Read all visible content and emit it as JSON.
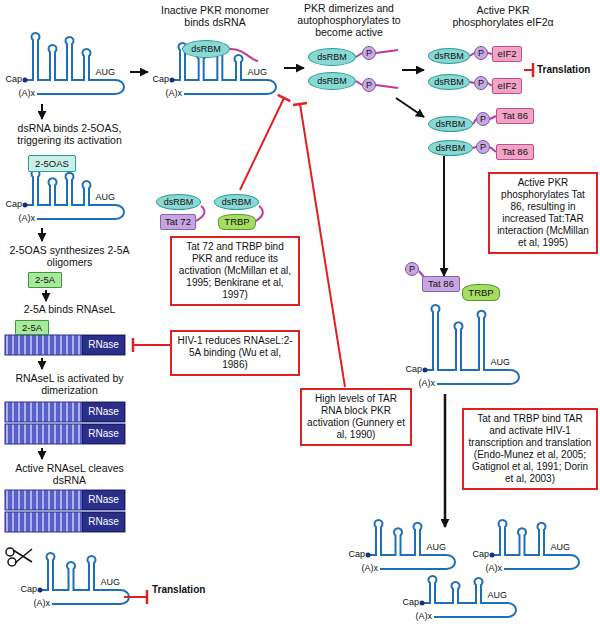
{
  "diagram": {
    "nodes": [
      {
        "text": [
          "dsRBM"
        ]
      },
      {
        "text": [
          "dsRBM"
        ]
      },
      {
        "text": [
          "P"
        ]
      },
      {
        "text": [
          "dsRBM"
        ]
      },
      {
        "text": [
          "P"
        ]
      },
      {
        "text": [
          "dsRBM"
        ]
      },
      {
        "text": [
          "P"
        ]
      },
      {
        "text": [
          "eIF2"
        ]
      },
      {
        "text": [
          "dsRBM"
        ]
      },
      {
        "text": [
          "P"
        ]
      },
      {
        "text": [
          "eIF2"
        ]
      },
      {
        "text": [
          "2-5OAS"
        ]
      },
      {
        "text": [
          "2-5A"
        ]
      },
      {
        "text": [
          "2-5A"
        ]
      },
      {
        "text": [
          "RNase"
        ]
      },
      {
        "text": [
          "RNase"
        ]
      },
      {
        "text": [
          "RNase"
        ]
      },
      {
        "text": [
          "RNase"
        ]
      },
      {
        "text": [
          "RNase"
        ]
      },
      {
        "text": [
          "dsRBM"
        ]
      },
      {
        "text": [
          "Tat 72"
        ]
      },
      {
        "text": [
          "dsRBM"
        ]
      },
      {
        "text": [
          "TRBP"
        ]
      },
      {
        "text": [
          "Tat 72 and TRBP bind PKR and reduce its activation (McMillan et al, 1995; Benkirane et al, 1997)"
        ]
      },
      {
        "text": [
          "HIV-1 reduces RNAseL:2-5A binding (Wu et al, 1986)"
        ]
      },
      {
        "text": [
          "dsRBM"
        ]
      },
      {
        "text": [
          "P"
        ]
      },
      {
        "text": [
          "Tat 86"
        ]
      },
      {
        "text": [
          "dsRBM"
        ]
      },
      {
        "text": [
          "P"
        ]
      },
      {
        "text": [
          "Tat 86"
        ]
      },
      {
        "text": [
          "Active PKR phosphorylates Tat 86, resulting in increased Tat:TAR interaction (McMillan et al, 1995)"
        ]
      },
      {
        "text": [
          "P"
        ]
      },
      {
        "text": [
          "Tat 86"
        ]
      },
      {
        "text": [
          "TRBP"
        ]
      },
      {
        "text": [
          "High levels of TAR RNA block PKR activation (Gunnery et al, 1990)"
        ]
      },
      {
        "text": [
          "Tat and TRBP bind TAR and activate HIV-1 transcription and translation (Endo-Munez et al, 2005; Gatignol et al, 1991; Dorin et al, 2003)"
        ]
      }
    ],
    "edges": [
      {
        "from": 28,
        "to": 33,
        "arrow": "to"
      }
    ],
    "labels": [
      "Inactive PKR monomer binds dsRNA",
      "PKR dimerizes and autophosphorylates to become active",
      "Active PKR phosphorylates eIF2α",
      "Translation",
      "dsRNA binds 2-5OAS, triggering its activation",
      "2-5OAS synthesizes 2-5A oligomers",
      "2-5A binds RNAseL",
      "RNAseL is activated by dimerization",
      "Active RNAseL cleaves dsRNA",
      "Translation",
      "Cap",
      "AUG",
      "(A)x",
      "Cap",
      "AUG",
      "(A)x",
      "Cap",
      "AUG",
      "(A)x",
      "Cap",
      "AUG",
      "(A)x",
      "Cap",
      "AUG",
      "(A)x",
      "Cap",
      "AUG",
      "(A)x",
      "Cap",
      "AUG",
      "(A)x",
      "Cap",
      "AUG",
      "(A)x"
    ]
  }
}
